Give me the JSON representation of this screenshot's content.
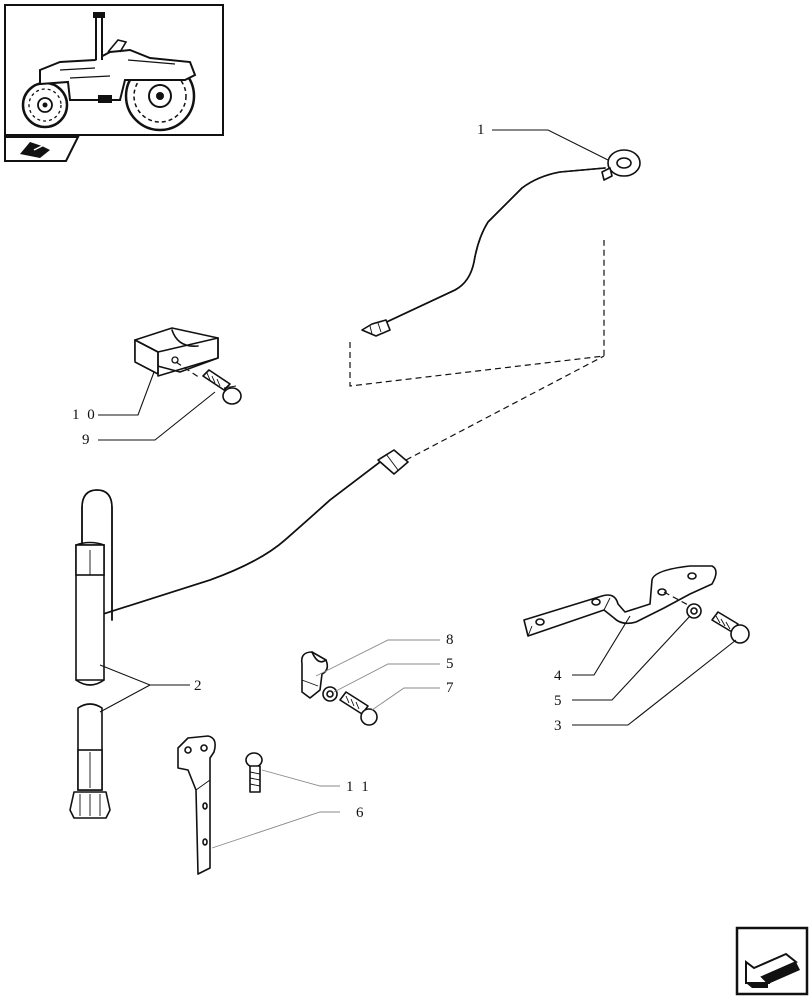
{
  "callouts": [
    {
      "id": "1",
      "text": "1"
    },
    {
      "id": "2",
      "text": "2"
    },
    {
      "id": "3",
      "text": "3"
    },
    {
      "id": "4",
      "text": "4"
    },
    {
      "id": "5a",
      "text": "5"
    },
    {
      "id": "5b",
      "text": "5"
    },
    {
      "id": "6",
      "text": "6"
    },
    {
      "id": "7",
      "text": "7"
    },
    {
      "id": "8",
      "text": "8"
    },
    {
      "id": "9",
      "text": "9"
    },
    {
      "id": "10",
      "text": "1 0"
    },
    {
      "id": "11",
      "text": "1 1"
    }
  ],
  "icons": {
    "thumbnail": "tractor-thumbnail-icon",
    "section": "book-section-icon",
    "next": "next-page-arrow-icon"
  }
}
